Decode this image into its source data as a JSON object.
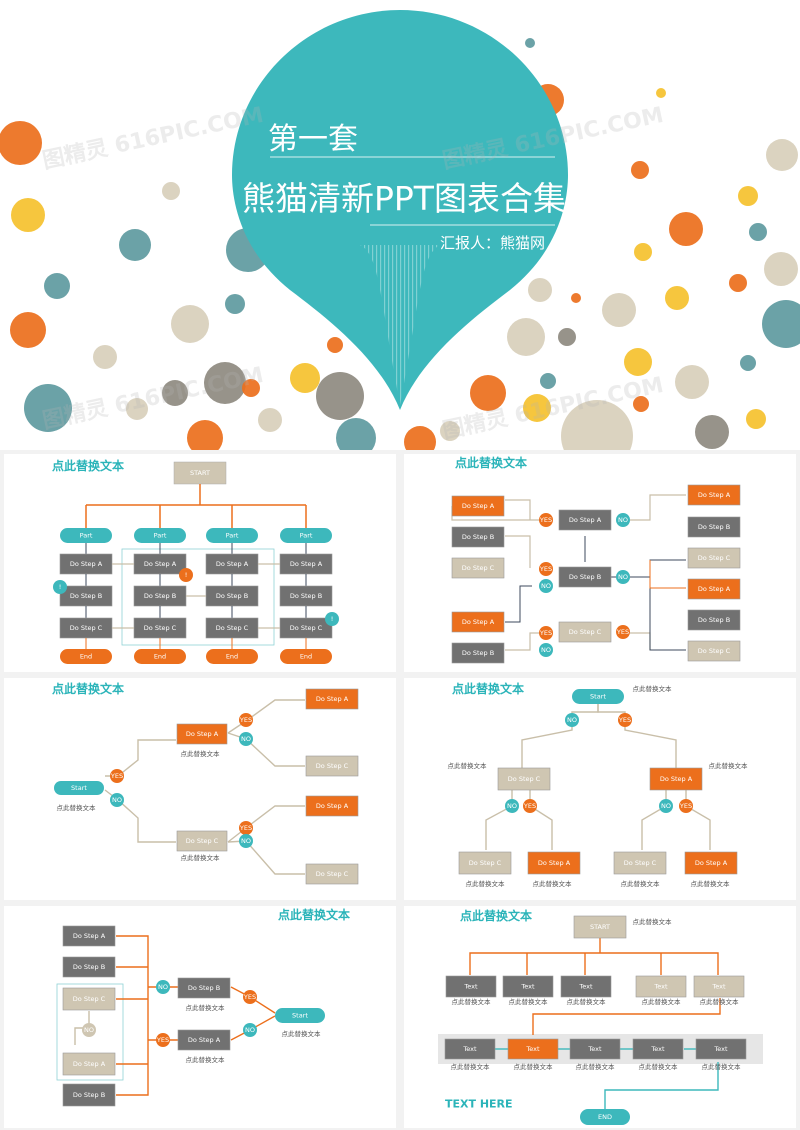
{
  "cover": {
    "series": "第一套",
    "title": "熊猫清新PPT图表合集",
    "reporter": "汇报人：熊猫网",
    "colors": {
      "teal": "#3db8bc",
      "orange": "#ec6f1c",
      "yellow": "#f5c12e",
      "beige": "#d8cfbb",
      "grey": "#8e8a80",
      "slate": "#5e9a9f"
    }
  },
  "panels": {
    "p1": {
      "title": "点此替换文本",
      "start": "START",
      "part": "Part",
      "a": "Do Step A",
      "b": "Do Step B",
      "c": "Do Step C",
      "end": "End",
      "alert": "!"
    },
    "p2": {
      "title": "点此替换文本",
      "a": "Do Step A",
      "b": "Do Step B",
      "c": "Do Step C",
      "yes": "YES",
      "no": "NO"
    },
    "p3": {
      "title": "点此替换文本",
      "start": "Start",
      "a": "Do Step A",
      "c": "Do Step C",
      "yes": "YES",
      "no": "NO",
      "caption": "点此替换文本"
    },
    "p4": {
      "title": "点此替换文本",
      "start": "Start",
      "a": "Do Step A",
      "c": "Do Step C",
      "yes": "YES",
      "no": "NO",
      "caption": "点此替换文本"
    },
    "p5": {
      "title": "点此替换文本",
      "start": "Start",
      "a": "Do Step A",
      "b": "Do Step B",
      "c": "Do Step C",
      "yes": "YES",
      "no": "NO",
      "caption": "点此替换文本"
    },
    "p6": {
      "title": "点此替换文本",
      "start": "START",
      "text": "Text",
      "caption": "点此替换文本",
      "texthere": "TEXT HERE",
      "end": "END"
    }
  },
  "watermark": "图精灵 616PIC.COM"
}
